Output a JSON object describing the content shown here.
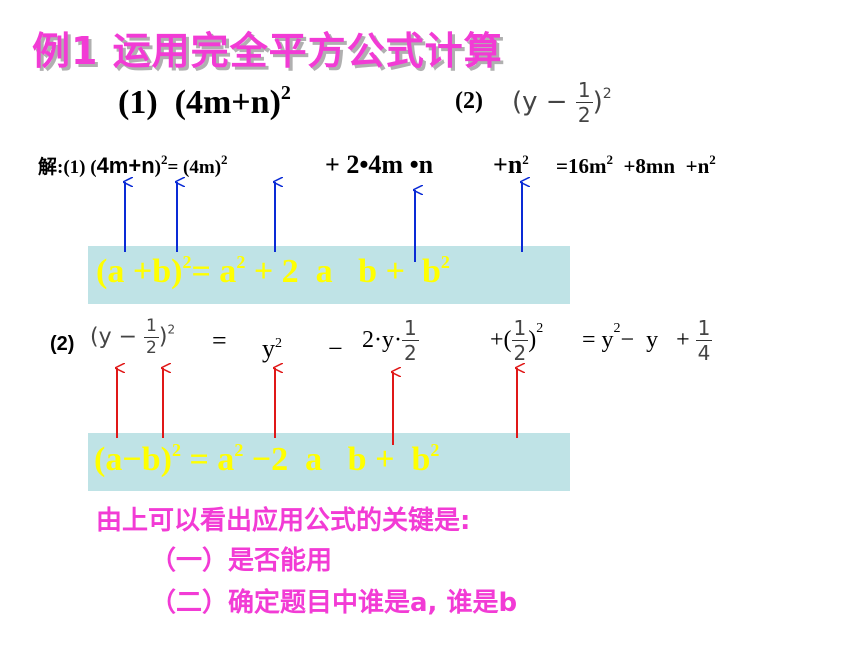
{
  "title": "例1  运用完全平方公式计算",
  "problem1": {
    "label": "(1)",
    "expr": "(4m+n)",
    "exp": "2"
  },
  "problem2": {
    "label": "(2)",
    "expr": "(y − ",
    "num": "1",
    "den": "2",
    "close": ")",
    "exp": "2"
  },
  "solution1": {
    "prefix": "解:(1) (",
    "expr_sans": "4m+n",
    "close": ")",
    "exp1": "2",
    "eq": "= (4m)",
    "exp2": "2",
    "term2": "+ 2•4m •n",
    "term3": "+n",
    "exp3": "2",
    "result_a": "=16m",
    "exp4": "2",
    "result_b": "+8mn",
    "result_c": "+n",
    "exp5": "2"
  },
  "formula1": {
    "left": "(a +b)",
    "exp1": "2",
    "rest_a": "= a",
    "exp2": "2",
    "rest_b": "+ 2  a   b +  b",
    "exp3": "2"
  },
  "solution2": {
    "label": "(2)",
    "lhs": "(y − ",
    "lhs_num": "1",
    "lhs_den": "2",
    "lhs_close": ")",
    "lhs_exp": "2",
    "eq": "=",
    "t1": "y",
    "t1_exp": "2",
    "minus": "−",
    "two_y": "2·y·",
    "frac_num": "1",
    "frac_den": "2",
    "plus_open": "+(",
    "sq_num": "1",
    "sq_den": "2",
    "sq_close": ")",
    "sq_exp": "2",
    "res_eq": "=",
    "res_y": "y",
    "res_exp": "2",
    "res_rest": "−  y   +",
    "res_num": "1",
    "res_den": "4"
  },
  "formula2": {
    "left": "(a−b)",
    "exp1": "2",
    "rest_a": "=  a",
    "exp2": "2",
    "rest_b": "−2  a   b +  b",
    "exp3": "2"
  },
  "conclusion": {
    "line1": "由上可以看出应用公式的关键是:",
    "line2": "（一）是否能用",
    "line3": "（二）确定题目中谁是a, 谁是b"
  },
  "colors": {
    "title": "#f23bd5",
    "band": "#bfe3e6",
    "band_text": "#ffff00",
    "arrow_blue": "#0a2bd6",
    "arrow_red": "#e01818",
    "conclusion": "#f23bd5"
  }
}
